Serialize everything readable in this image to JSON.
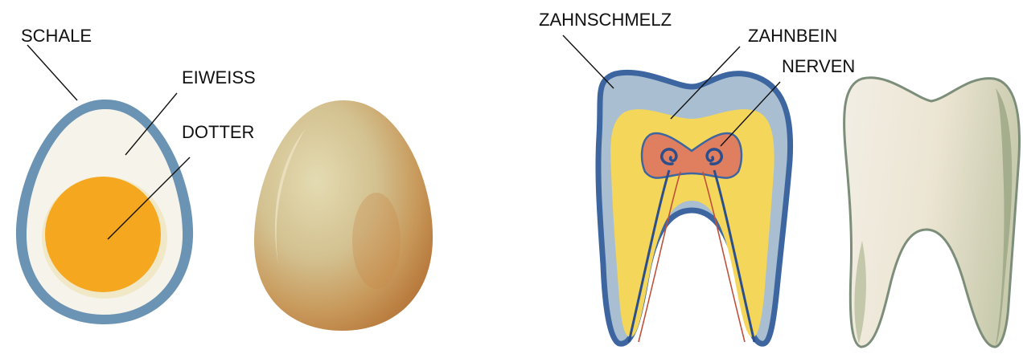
{
  "labels": {
    "egg": {
      "shell": "SCHALE",
      "white": "EIWEISS",
      "yolk": "DOTTER"
    },
    "tooth": {
      "enamel": "ZAHNSCHMELZ",
      "dentin": "ZAHNBEIN",
      "nerves": "NERVEN"
    }
  },
  "colors": {
    "egg_shell_outline": "#6b93b3",
    "egg_white": "#f6f3ea",
    "egg_yolk": "#f5a71f",
    "whole_egg_light": "#d9cfa3",
    "whole_egg_brown": "#c0813f",
    "tooth_enamel": "#a9bfd1",
    "tooth_outline": "#3d66a0",
    "tooth_dentin": "#f4d65a",
    "tooth_pulp": "#e07f60",
    "tooth_nerve": "#2c4f8c",
    "whole_tooth": "#f0ebe0",
    "whole_tooth_shade": "#b8c0a0"
  }
}
